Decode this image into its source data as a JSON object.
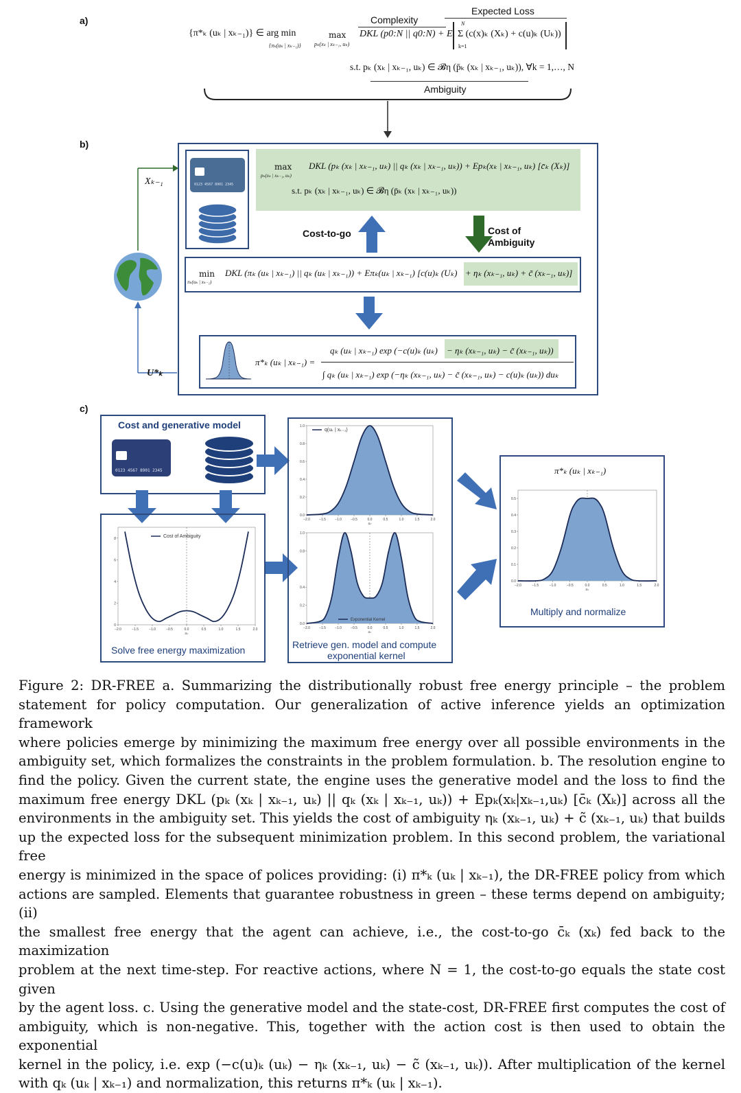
{
  "panel_a": {
    "label": "a)",
    "complexity": "Complexity",
    "expected_loss": "Expected Loss",
    "ambiguity": "Ambiguity",
    "eq_lhs": "{π*ₖ (uₖ | xₖ₋₁)} ∈ arg min",
    "eq_argmin_sub": "{πₖ(uₖ | xₖ₋₁)}",
    "eq_max": "max",
    "eq_max_sub": "pₖ(xₖ | xₖ₋₁, uₖ)",
    "eq_dkl": "DKL (p0:N || q0:N) + E",
    "eq_sum": "Σ (c(x)ₖ (Xₖ) + c(u)ₖ (Uₖ))",
    "eq_sum_top": "N",
    "eq_sum_bot": "k=1",
    "eq_constraint": "s.t. pₖ (xₖ | xₖ₋₁, uₖ) ∈ 𝓑η (p̄ₖ (xₖ | xₖ₋₁, uₖ)),  ∀k = 1,…, N"
  },
  "panel_b": {
    "label": "b)",
    "state_label": "Xₖ₋₁",
    "action_label": "U*ₖ",
    "card_number": "0123 4567 8901 2345",
    "max_word": "max",
    "max_sub": "pₖ(xₖ | xₖ₋₁, uₖ)",
    "max_eq": "DKL (pₖ (xₖ | xₖ₋₁, uₖ) || qₖ (xₖ | xₖ₋₁, uₖ)) + Epₖ(xₖ | xₖ₋₁, uₖ) [c̄ₖ (Xₖ)]",
    "max_st": "s.t. pₖ (xₖ | xₖ₋₁, uₖ) ∈ 𝓑η (p̄ₖ (xₖ | xₖ₋₁, uₖ))",
    "cost_to_go": "Cost-to-go",
    "cost_of_ambiguity": "Cost of Ambiguity",
    "min_word": "min",
    "min_sub": "πₖ(uₖ | xₖ₋₁)",
    "min_eq": "DKL (πₖ (uₖ | xₖ₋₁) || qₖ (uₖ | xₖ₋₁)) + Eπₖ(uₖ | xₖ₋₁) [c(u)ₖ (Uₖ)",
    "min_eq_green": "+ ηₖ (xₖ₋₁, uₖ) + c̃ (xₖ₋₁, uₖ)]",
    "policy_lhs": "π*ₖ (uₖ | xₖ₋₁) =",
    "policy_num": "qₖ (uₖ | xₖ₋₁) exp (−c(u)ₖ (uₖ)",
    "policy_num_green": "− ηₖ (xₖ₋₁, uₖ) − c̃ (xₖ₋₁, uₖ))",
    "policy_den": "∫ qₖ (uₖ | xₖ₋₁) exp (−ηₖ (xₖ₋₁, uₖ) − c̃ (xₖ₋₁, uₖ) − c(u)ₖ (uₖ)) duₖ"
  },
  "panel_c": {
    "label": "c)",
    "box1_title": "Cost and generative model",
    "card_number": "0123 4567 8901 2345",
    "box2_title": "Solve free energy maximization",
    "box3_title_1": "Retrieve gen. model and compute",
    "box3_title_2": "exponential kernel",
    "box4_title": "Multiply and normalize",
    "box4_header": "π*ₖ (uₖ | xₖ₋₁)"
  },
  "chart_data": [
    {
      "type": "line",
      "title": "",
      "legend": [
        "Cost of Ambiguity"
      ],
      "xlabel": "uₖ",
      "xlim": [
        -2.0,
        2.0
      ],
      "ylim": [
        0,
        9
      ],
      "xticks": [
        "−2.0",
        "−1.5",
        "−1.0",
        "−0.5",
        "0.0",
        "0.5",
        "1.0",
        "1.5",
        "2.0"
      ],
      "yticks": [
        "0",
        "2",
        "4",
        "6",
        "8"
      ],
      "x": [
        -1.8,
        -1.6,
        -1.4,
        -1.2,
        -1.0,
        -0.8,
        -0.6,
        -0.4,
        -0.2,
        0.0,
        0.2,
        0.4,
        0.6,
        0.8,
        1.0,
        1.2,
        1.4,
        1.6,
        1.8
      ],
      "y": [
        8.6,
        5.4,
        3.0,
        1.5,
        0.6,
        0.3,
        0.6,
        0.9,
        1.2,
        1.3,
        1.2,
        0.9,
        0.6,
        0.3,
        0.6,
        1.5,
        3.0,
        5.4,
        8.6
      ]
    },
    {
      "type": "area",
      "title": "",
      "legend": [
        "q(uₖ | xₖ₋₁)"
      ],
      "xlabel": "uₖ",
      "xlim": [
        -2.0,
        2.0
      ],
      "ylim": [
        0,
        1.0
      ],
      "xticks": [
        "−2.0",
        "−1.5",
        "−1.0",
        "−0.5",
        "0.0",
        "0.5",
        "1.0",
        "1.5",
        "2.0"
      ],
      "yticks": [
        "0.0",
        "0.2",
        "0.4",
        "0.6",
        "0.8",
        "1.0"
      ],
      "x": [
        -2.0,
        -1.5,
        -1.25,
        -1.0,
        -0.75,
        -0.5,
        -0.25,
        0.0,
        0.25,
        0.5,
        0.75,
        1.0,
        1.25,
        1.5,
        2.0
      ],
      "y": [
        0.0,
        0.01,
        0.04,
        0.13,
        0.32,
        0.6,
        0.88,
        1.0,
        0.88,
        0.6,
        0.32,
        0.13,
        0.04,
        0.01,
        0.0
      ]
    },
    {
      "type": "area",
      "title": "",
      "legend": [
        "Exponential Kernel"
      ],
      "xlabel": "uₖ",
      "xlim": [
        -2.0,
        2.0
      ],
      "ylim": [
        0,
        1.0
      ],
      "xticks": [
        "−2.0",
        "−1.5",
        "−1.0",
        "−0.5",
        "0.0",
        "0.5",
        "1.0",
        "1.5",
        "2.0"
      ],
      "yticks": [
        "0.0",
        "0.2",
        "0.4",
        "0.8",
        "1.0"
      ],
      "x": [
        -2.0,
        -1.6,
        -1.4,
        -1.2,
        -1.0,
        -0.8,
        -0.6,
        -0.4,
        -0.2,
        0.0,
        0.2,
        0.4,
        0.6,
        0.8,
        1.0,
        1.2,
        1.4,
        1.6,
        2.0
      ],
      "y": [
        0.0,
        0.02,
        0.08,
        0.3,
        0.72,
        1.0,
        0.8,
        0.45,
        0.3,
        0.28,
        0.3,
        0.45,
        0.8,
        1.0,
        0.72,
        0.3,
        0.08,
        0.02,
        0.0
      ]
    },
    {
      "type": "area",
      "title": "",
      "legend": [],
      "xlabel": "uₖ",
      "xlim": [
        -2.0,
        2.0
      ],
      "ylim": [
        0,
        0.55
      ],
      "xticks": [
        "−2.0",
        "−1.5",
        "−1.0",
        "−0.5",
        "0.0",
        "0.5",
        "1.0",
        "1.5",
        "2.0"
      ],
      "yticks": [
        "0.0",
        "0.1",
        "0.2",
        "0.3",
        "0.4",
        "0.5"
      ],
      "x": [
        -2.0,
        -1.5,
        -1.25,
        -1.0,
        -0.75,
        -0.5,
        -0.35,
        -0.2,
        0.0,
        0.2,
        0.35,
        0.5,
        0.75,
        1.0,
        1.25,
        1.5,
        2.0
      ],
      "y": [
        0.0,
        0.0,
        0.01,
        0.06,
        0.2,
        0.4,
        0.47,
        0.5,
        0.5,
        0.5,
        0.47,
        0.4,
        0.2,
        0.06,
        0.01,
        0.0,
        0.0
      ]
    }
  ],
  "caption": {
    "lines": [
      "Figure 2: DR-FREE a. Summarizing the distributionally robust free energy principle – the problem",
      "statement for policy computation. Our generalization of active inference yields an optimization framework",
      "where policies emerge by minimizing the maximum free energy over all possible environments in the",
      "ambiguity set, which formalizes the constraints in the problem formulation. b. The resolution engine to",
      "find the policy. Given the current state, the engine uses the generative model and the loss to find the",
      "maximum free energy DKL (pₖ (xₖ | xₖ₋₁, uₖ) || qₖ (xₖ | xₖ₋₁, uₖ)) + Epₖ(xₖ|xₖ₋₁,uₖ) [c̄ₖ (Xₖ)] across all the",
      "environments in the ambiguity set. This yields the cost of ambiguity ηₖ (xₖ₋₁, uₖ) + c̃ (xₖ₋₁, uₖ) that builds",
      "up the expected loss for the subsequent minimization problem. In this second problem, the variational free",
      "energy is minimized in the space of polices providing: (i) π*ₖ (uₖ | xₖ₋₁), the DR-FREE policy from which",
      "actions are sampled. Elements that guarantee robustness in green – these terms depend on ambiguity; (ii)",
      "the smallest free energy that the agent can achieve, i.e., the cost-to-go c̄ₖ (xₖ) fed back to the maximization",
      "problem at the next time-step. For reactive actions, where N = 1, the cost-to-go equals the state cost given",
      "by the agent loss. c. Using the generative model and the state-cost, DR-FREE first computes the cost of",
      "ambiguity, which is non-negative. This, together with the action cost is then used to obtain the exponential",
      "kernel in the policy, i.e. exp (−c(u)ₖ (uₖ) − ηₖ (xₖ₋₁, uₖ) − c̃ (xₖ₋₁, uₖ)). After multiplication of the kernel",
      "with qₖ (uₖ | xₖ₋₁) and normalization, this returns π*ₖ (uₖ | xₖ₋₁)."
    ]
  },
  "colors": {
    "frame": "#2c4a7e",
    "arrow_blue": "#3f6fb5",
    "arrow_green": "#2f6a2a",
    "highlight_green": "#cfe3c8",
    "fill_blue": "#7ea3cf",
    "curve_dark": "#1b2c57"
  }
}
